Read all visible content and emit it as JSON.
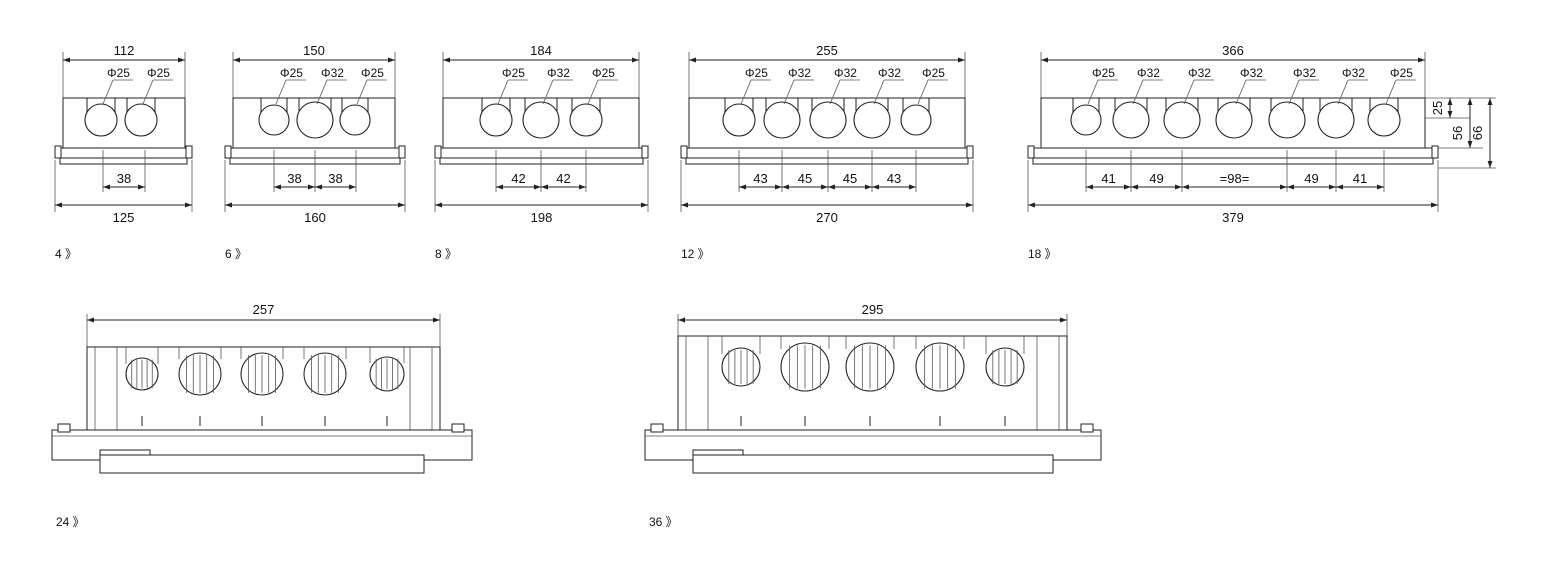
{
  "views": [
    {
      "id": "v4",
      "caption": "4 》",
      "overall_top": "112",
      "overall_bottom": "125",
      "holes": [
        "Φ25",
        "Φ25"
      ],
      "spacings": [
        "38"
      ]
    },
    {
      "id": "v6",
      "caption": "6 》",
      "overall_top": "150",
      "overall_bottom": "160",
      "holes": [
        "Φ25",
        "Φ32",
        "Φ25"
      ],
      "spacings": [
        "38",
        "38"
      ]
    },
    {
      "id": "v8",
      "caption": "8 》",
      "overall_top": "184",
      "overall_bottom": "198",
      "holes": [
        "Φ25",
        "Φ32",
        "Φ25"
      ],
      "spacings": [
        "42",
        "42"
      ]
    },
    {
      "id": "v12",
      "caption": "12 》",
      "overall_top": "255",
      "overall_bottom": "270",
      "holes": [
        "Φ25",
        "Φ32",
        "Φ32",
        "Φ32",
        "Φ25"
      ],
      "spacings": [
        "43",
        "45",
        "45",
        "43"
      ]
    },
    {
      "id": "v18",
      "caption": "18 》",
      "overall_top": "366",
      "overall_bottom": "379",
      "holes": [
        "Φ25",
        "Φ32",
        "Φ32",
        "Φ32",
        "Φ32",
        "Φ32",
        "Φ25"
      ],
      "spacings": [
        "41",
        "49",
        "=98=",
        "49",
        "41"
      ],
      "side_dims": [
        "25",
        "56",
        "66"
      ]
    },
    {
      "id": "v24",
      "caption": "24 》",
      "overall_top": "257"
    },
    {
      "id": "v36",
      "caption": "36 》",
      "overall_top": "295"
    }
  ],
  "colors": {
    "line": "#222222",
    "text": "#111111",
    "background": "#ffffff"
  }
}
